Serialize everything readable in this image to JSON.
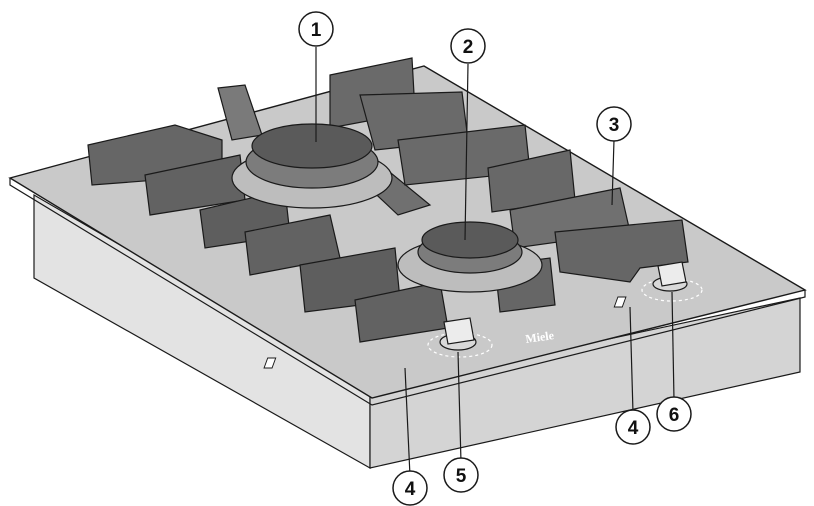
{
  "brand_text": "Miele",
  "callouts": [
    {
      "id": "c1",
      "label": "1"
    },
    {
      "id": "c2",
      "label": "2"
    },
    {
      "id": "c3",
      "label": "3"
    },
    {
      "id": "c4a",
      "label": "4"
    },
    {
      "id": "c4b",
      "label": "4"
    },
    {
      "id": "c5",
      "label": "5"
    },
    {
      "id": "c6",
      "label": "6"
    }
  ],
  "colors": {
    "glass": "#c9c9c9",
    "side": "#dcdcdc",
    "grate": "#636363",
    "grate_top": "#8a8a8a",
    "burner": "#5a5a5a",
    "line": "#1a1a1a"
  }
}
